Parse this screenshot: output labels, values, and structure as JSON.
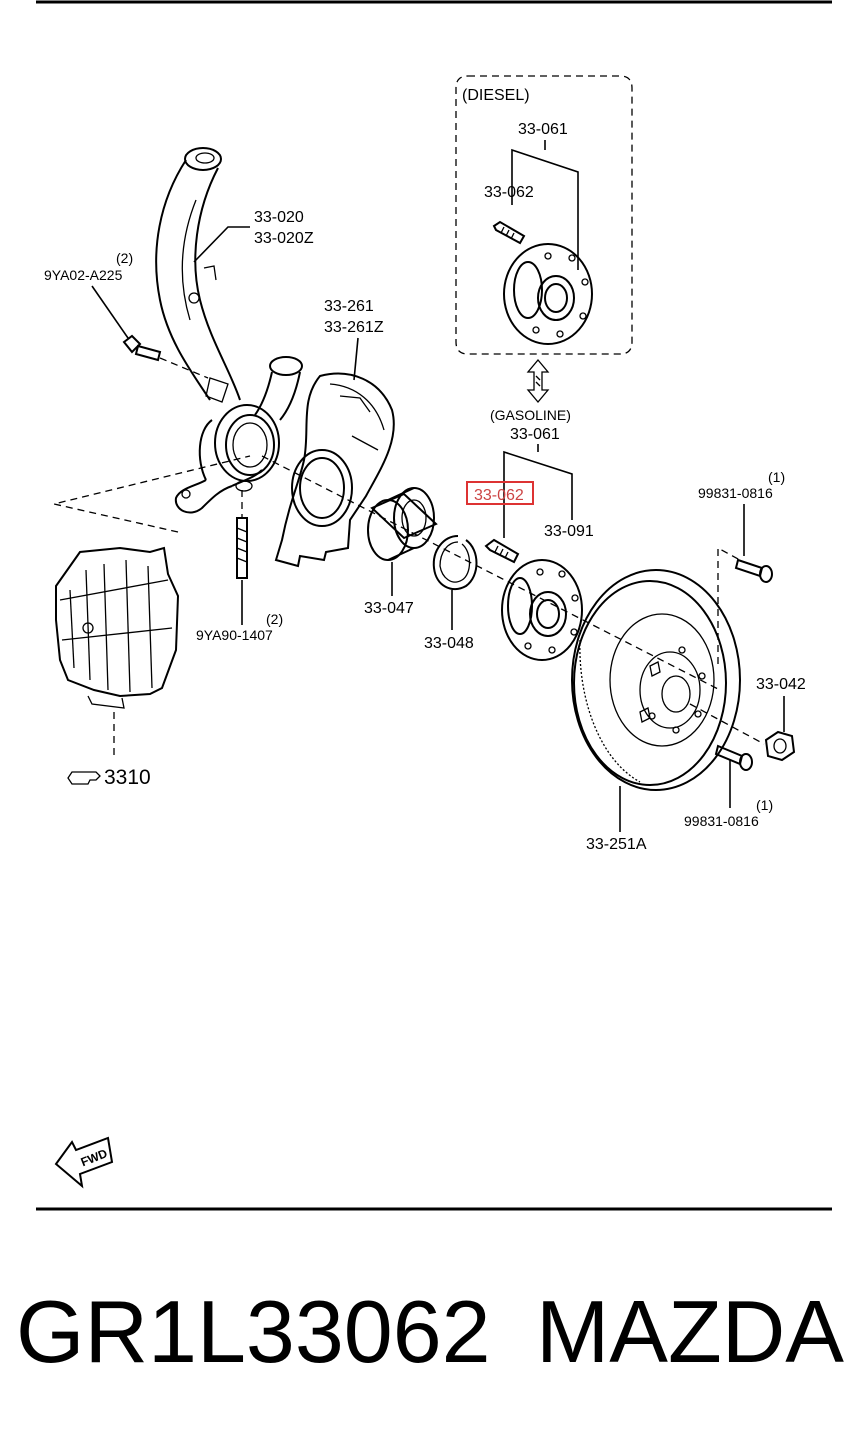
{
  "labels": {
    "diesel": "(DIESEL)",
    "diesel_hub": "33-061",
    "diesel_bolt": "33-062",
    "knuckle_a": "33-020",
    "knuckle_b": "33-020Z",
    "bolt_qty": "(2)",
    "bolt_code": "9YA02-A225",
    "dust_shield_a": "33-261",
    "dust_shield_b": "33-261Z",
    "gasoline": "(GASOLINE)",
    "gasoline_hub": "33-061",
    "gasoline_bolt": "33-062",
    "hub_assy": "33-091",
    "rotor_screw_qty_top": "(1)",
    "rotor_screw_top": "99831-0816",
    "bearing": "33-047",
    "snap_ring": "33-048",
    "stud_qty": "(2)",
    "stud_code": "9YA90-1407",
    "caliper_ref": "3310",
    "nut": "33-042",
    "rotor_screw_qty_bottom": "(1)",
    "rotor_screw_bottom": "99831-0816",
    "disc": "33-251A",
    "fwd": "FWD"
  },
  "highlight_color": "#dd3333",
  "footer": {
    "part_number": "GR1L33062",
    "brand": "MAZDA"
  }
}
